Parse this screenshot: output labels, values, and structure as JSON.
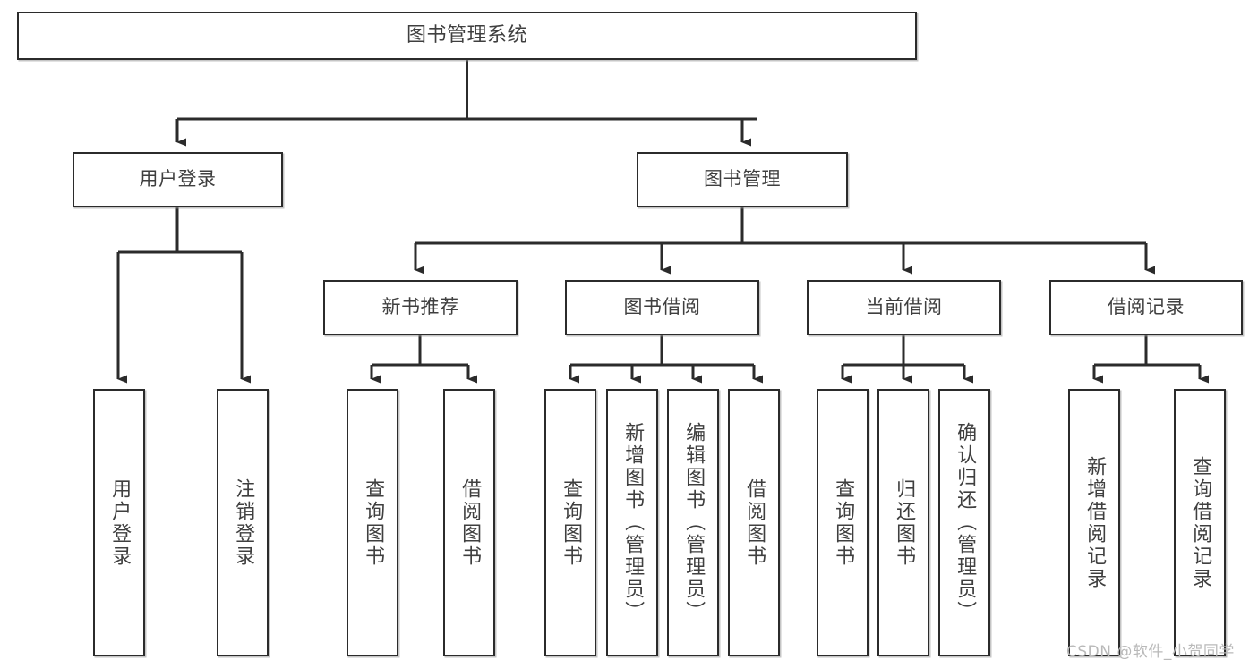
{
  "diagram": {
    "title": "图书管理系统",
    "type": "tree",
    "orientation": "top-down",
    "colors": {
      "box_border": "#2b2b2b",
      "box_fill": "#ffffff",
      "connector": "#2b2b2b",
      "text": "#3f3f3f",
      "watermark": "#b9b9b9"
    },
    "root": {
      "label": "图书管理系统"
    },
    "level2": [
      {
        "label": "用户登录"
      },
      {
        "label": "图书管理"
      }
    ],
    "level3": [
      {
        "label": "新书推荐"
      },
      {
        "label": "图书借阅"
      },
      {
        "label": "当前借阅"
      },
      {
        "label": "借阅记录"
      }
    ],
    "leaves": {
      "user_login": [
        {
          "label": "用户登录"
        },
        {
          "label": "注销登录"
        }
      ],
      "new_book_recommend": [
        {
          "label": "查询图书"
        },
        {
          "label": "借阅图书"
        }
      ],
      "book_borrow": [
        {
          "label": "查询图书"
        },
        {
          "label": "新增图书（管理员）"
        },
        {
          "label": "编辑图书（管理员）"
        },
        {
          "label": "借阅图书"
        }
      ],
      "current_borrow": [
        {
          "label": "查询图书"
        },
        {
          "label": "归还图书"
        },
        {
          "label": "确认归还（管理员）"
        }
      ],
      "borrow_record": [
        {
          "label": "新增借阅记录"
        },
        {
          "label": "查询借阅记录"
        }
      ]
    }
  },
  "watermark": {
    "text": "CSDN @软件_小贺同学"
  }
}
